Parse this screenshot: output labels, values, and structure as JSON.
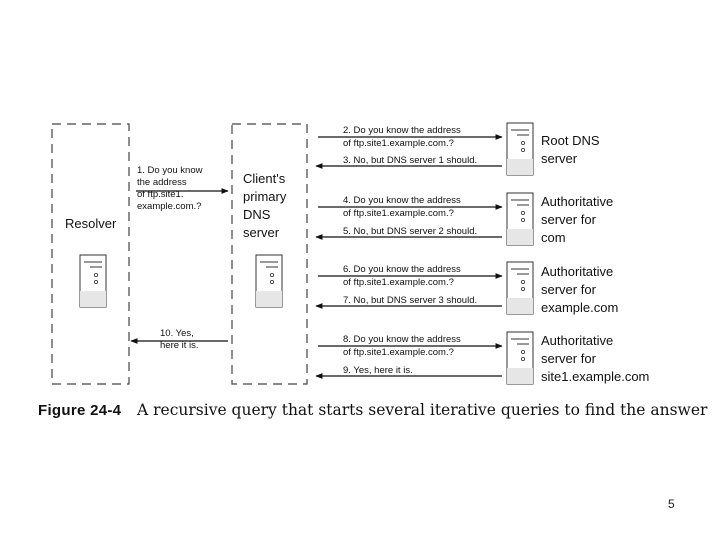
{
  "boxes": {
    "resolver": "Resolver",
    "client_dns": [
      "Client's",
      "primary",
      "DNS",
      "server"
    ]
  },
  "resolver_query": [
    "1. Do you know",
    "the address",
    "of ftp.site1.",
    "example.com.?"
  ],
  "resolver_answer": [
    "10. Yes,",
    "here it is."
  ],
  "servers": [
    {
      "name": [
        "Root DNS",
        "server"
      ],
      "query": [
        "2. Do you know the address",
        "of ftp.site1.example.com.?"
      ],
      "reply": "3. No, but DNS server 1 should."
    },
    {
      "name": [
        "Authoritative",
        "server for",
        "com"
      ],
      "query": [
        "4. Do you know the address",
        "of ftp.site1.example.com.?"
      ],
      "reply": "5. No, but DNS server 2 should."
    },
    {
      "name": [
        "Authoritative",
        "server for",
        "example.com"
      ],
      "query": [
        "6. Do you know the address",
        "of ftp.site1.example.com.?"
      ],
      "reply": "7. No, but DNS server 3 should."
    },
    {
      "name": [
        "Authoritative",
        "server for",
        "site1.example.com"
      ],
      "query": [
        "8. Do you know the address",
        "of ftp.site1.example.com.?"
      ],
      "reply": "9. Yes, here it is."
    }
  ],
  "caption": {
    "number": "Figure 24-4",
    "text": "A recursive query that starts several iterative queries to find the answer"
  },
  "page_number": "5"
}
